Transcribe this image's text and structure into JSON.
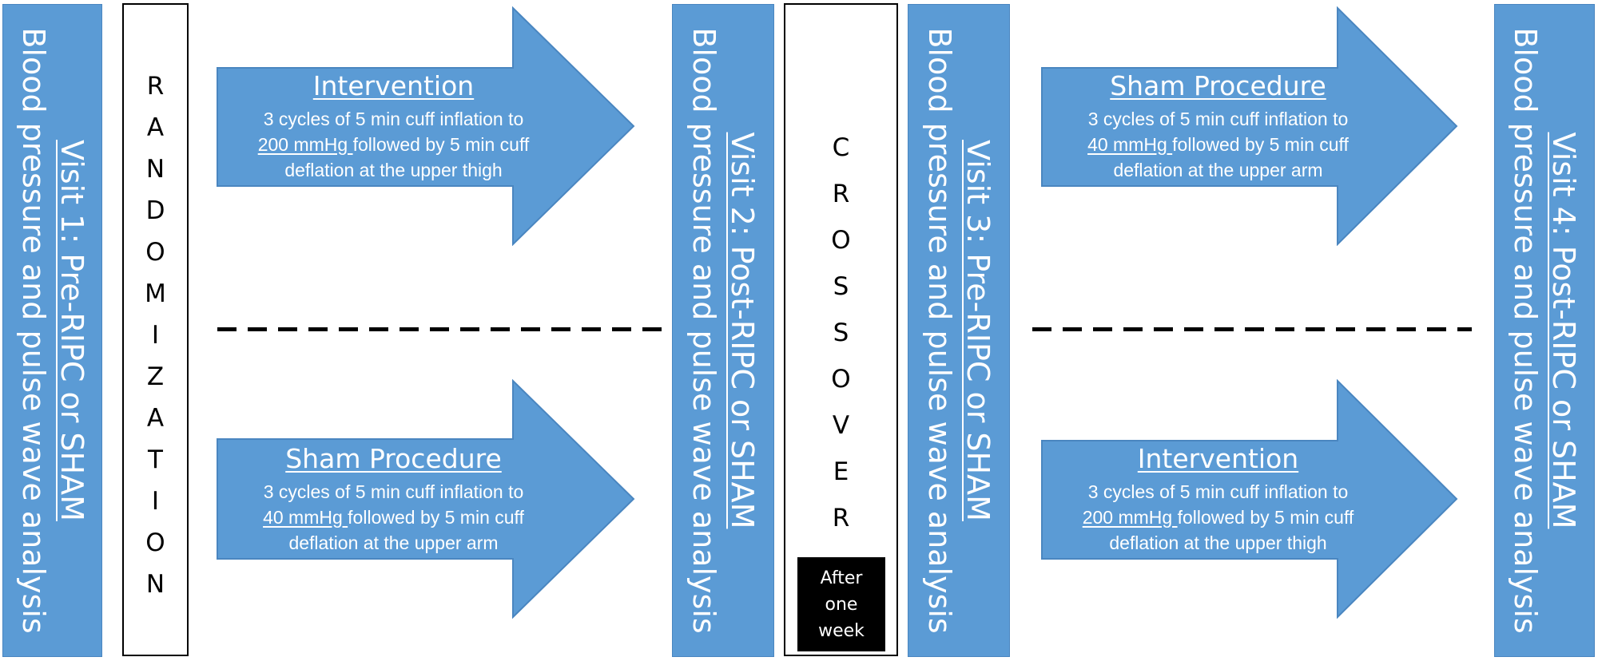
{
  "colors": {
    "box_fill": "#5b9bd5",
    "arrow_fill": "#5b9bd5",
    "arrow_stroke": "#4a86c0",
    "text_on_blue": "#ffffff",
    "dash": "#000000"
  },
  "visits": [
    {
      "title": "Visit 1: Pre-RIPC or SHAM",
      "subtitle": "Blood pressure and pulse wave analysis"
    },
    {
      "title": "Visit 2: Post-RIPC or SHAM",
      "subtitle": "Blood pressure and pulse wave analysis"
    },
    {
      "title": "Visit 3: Pre-RIPC or SHAM",
      "subtitle": "Blood pressure and pulse wave analysis"
    },
    {
      "title": "Visit 4: Post-RIPC or SHAM",
      "subtitle": "Blood pressure and pulse wave analysis"
    }
  ],
  "randomization": {
    "letters": [
      "R",
      "A",
      "N",
      "D",
      "O",
      "M",
      "I",
      "Z",
      "A",
      "T",
      "I",
      "O",
      "N"
    ]
  },
  "crossover": {
    "letters": [
      "C",
      "R",
      "O",
      "S",
      "S",
      "O",
      "V",
      "E",
      "R"
    ],
    "note_lines": [
      "After",
      "one",
      "week"
    ]
  },
  "arrows": [
    {
      "title": "Intervention",
      "line1": "3 cycles of 5 min cuff inflation to",
      "line2_underlined": "200 mmHg ",
      "line2_rest": "followed by 5 min cuff",
      "line3": "deflation at the upper thigh"
    },
    {
      "title": "Sham Procedure",
      "line1": "3 cycles of 5 min cuff inflation to",
      "line2_underlined": "40 mmHg ",
      "line2_rest": "followed by 5 min cuff",
      "line3": "deflation at the upper arm"
    },
    {
      "title": "Sham Procedure",
      "line1": "3 cycles of 5 min cuff inflation to",
      "line2_underlined": "40 mmHg ",
      "line2_rest": "followed by 5 min cuff",
      "line3": "deflation at the upper arm"
    },
    {
      "title": "Intervention",
      "line1": "3 cycles of 5 min cuff inflation to",
      "line2_underlined": "200 mmHg ",
      "line2_rest": "followed by 5 min cuff",
      "line3": "deflation at the upper thigh"
    }
  ]
}
